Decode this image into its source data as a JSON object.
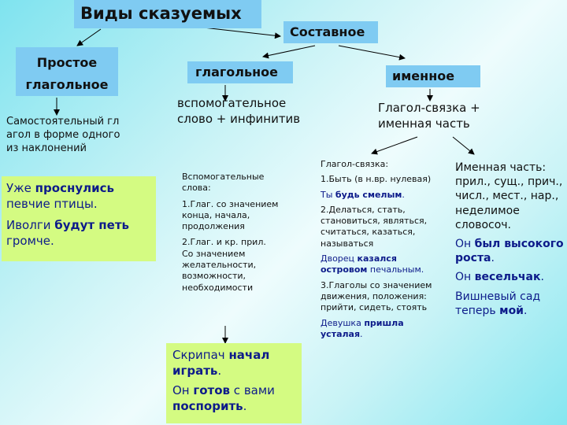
{
  "title": "Виды сказуемых",
  "composite": "Составное",
  "simple": {
    "line1": "Простое",
    "line2": "глагольное"
  },
  "verbal": "глагольное",
  "nominal": "именное",
  "simple_desc": "Самостоятельный глагол в форме одного из наклонений",
  "verbal_desc": "вспомогательное слово  + инфинитив",
  "nominal_desc": "Глагол-связка + именная часть",
  "simple_examples": {
    "ex1": {
      "pre": "Уже ",
      "hl": "проснулись",
      "post": " певчие птицы."
    },
    "ex2": {
      "pre": "Иволги ",
      "hl": "будут петь",
      "post": " громче."
    }
  },
  "aux": {
    "heading": "Вспомогательные слова:",
    "item1": "1.Глаг. со значением конца, начала, продолжения",
    "item2": "2.Глаг. и кр. прил. Со значением желательности, возможности, необходимости"
  },
  "verbal_examples": {
    "ex1": {
      "pre": "Скрипач ",
      "hl": "начал играть",
      "post": "."
    },
    "ex2": {
      "pre": "Он ",
      "hl": "готов",
      "mid": " с вами ",
      "hl2": "поспорить",
      "post": "."
    }
  },
  "link": {
    "heading": "Глагол-связка:",
    "item1": "1.Быть (в н.вр. нулевая)",
    "ex1": {
      "pre": "Ты ",
      "hl": "будь смелым",
      "post": "."
    },
    "item2": "2.Делаться, стать, становиться, являться, считаться, казаться, называться",
    "ex2": {
      "pre": "Дворец ",
      "hl": "казался островом",
      "post": " печальным."
    },
    "item3": "3.Глаголы со значением движения, положения: прийти, сидеть, стоять",
    "ex3": {
      "pre": "Девушка ",
      "hl": "пришла усталая",
      "post": "."
    }
  },
  "nominal_part": {
    "text": "Именная часть: прил., сущ., прич., числ., мест., нар., неделимое словосоч.",
    "ex1": {
      "pre": "Он ",
      "hl": "был высокого роста",
      "post": "."
    },
    "ex2": {
      "pre": "Он ",
      "hl": "весельчак",
      "post": "."
    },
    "ex3": {
      "pre": "Вишневый сад теперь ",
      "hl": "мой",
      "post": "."
    }
  }
}
